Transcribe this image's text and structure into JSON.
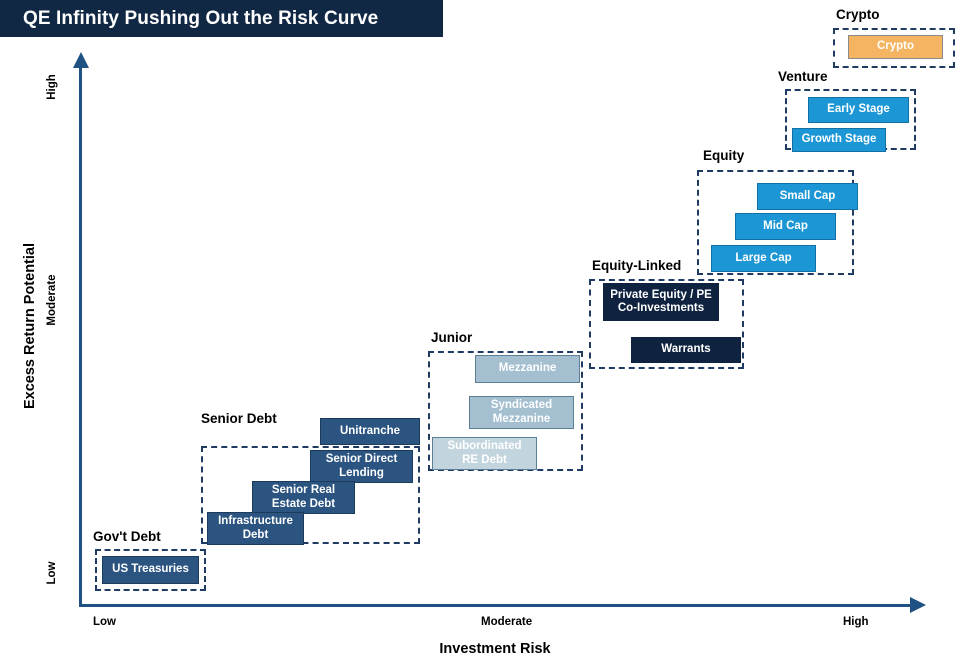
{
  "title": "QE Infinity Pushing Out the Risk Curve",
  "axes": {
    "y_title": "Excess Return Potential",
    "x_title": "Investment Risk",
    "y_ticks": [
      "High",
      "Moderate",
      "Low"
    ],
    "x_ticks": [
      "Low",
      "Moderate",
      "High"
    ]
  },
  "colors": {
    "title_banner": "#112845",
    "axis": "#1f5183",
    "group_border": "#1f3a63",
    "navy": "#2b5481",
    "dark_navy": "#0f2340",
    "steel": "#a3bfd0",
    "steel_light": "#c2d5de",
    "bright_blue": "#1c96d4",
    "orange": "#f5b461"
  },
  "chart_data": {
    "type": "scatter",
    "title": "QE Infinity Pushing Out the Risk Curve",
    "xlabel": "Investment Risk",
    "ylabel": "Excess Return Potential",
    "xticks": [
      "Low",
      "Moderate",
      "High"
    ],
    "yticks": [
      "Low",
      "Moderate",
      "High"
    ],
    "grid": false,
    "legend": "none",
    "note": "Risk-return staircase: asset classes ordered left-to-right by increasing investment risk and bottom-to-top by increasing excess return potential.",
    "groups": [
      {
        "label": "Gov't Debt",
        "risk_rank": 1,
        "return_rank": 1,
        "items": [
          {
            "label": "US Treasuries",
            "risk_rank": 1,
            "return_rank": 1
          }
        ]
      },
      {
        "label": "Senior Debt",
        "risk_rank": 2,
        "return_rank": 2,
        "items": [
          {
            "label": "Unitranche",
            "risk_rank": 4,
            "return_rank": 4
          },
          {
            "label": "Senior Direct Lending",
            "risk_rank": 3,
            "return_rank": 3
          },
          {
            "label": "Senior Real Estate Debt",
            "risk_rank": 2,
            "return_rank": 2
          },
          {
            "label": "Infrastructure Debt",
            "risk_rank": 1,
            "return_rank": 1
          }
        ]
      },
      {
        "label": "Junior",
        "risk_rank": 3,
        "return_rank": 3,
        "items": [
          {
            "label": "Mezzanine",
            "risk_rank": 3,
            "return_rank": 3
          },
          {
            "label": "Syndicated Mezzanine",
            "risk_rank": 2,
            "return_rank": 2
          },
          {
            "label": "Subordinated RE Debt",
            "risk_rank": 1,
            "return_rank": 1
          }
        ]
      },
      {
        "label": "Equity-Linked",
        "risk_rank": 4,
        "return_rank": 4,
        "items": [
          {
            "label": "Private Equity / PE Co-Investments",
            "risk_rank": 1,
            "return_rank": 2
          },
          {
            "label": "Warrants",
            "risk_rank": 2,
            "return_rank": 1
          }
        ]
      },
      {
        "label": "Equity",
        "risk_rank": 5,
        "return_rank": 5,
        "items": [
          {
            "label": "Small Cap",
            "risk_rank": 3,
            "return_rank": 3
          },
          {
            "label": "Mid Cap",
            "risk_rank": 2,
            "return_rank": 2
          },
          {
            "label": "Large Cap",
            "risk_rank": 1,
            "return_rank": 1
          }
        ]
      },
      {
        "label": "Venture",
        "risk_rank": 6,
        "return_rank": 6,
        "items": [
          {
            "label": "Early Stage",
            "risk_rank": 2,
            "return_rank": 2
          },
          {
            "label": "Growth Stage",
            "risk_rank": 1,
            "return_rank": 1
          }
        ]
      },
      {
        "label": "Crypto",
        "risk_rank": 7,
        "return_rank": 7,
        "items": [
          {
            "label": "Crypto",
            "risk_rank": 1,
            "return_rank": 1
          }
        ]
      }
    ]
  },
  "groups": {
    "govt_debt": {
      "label": "Gov't Debt",
      "items": {
        "us_treasuries": "US Treasuries"
      }
    },
    "senior_debt": {
      "label": "Senior Debt",
      "items": {
        "unitranche": "Unitranche",
        "senior_direct_lending_l1": "Senior Direct",
        "senior_direct_lending_l2": "Lending",
        "senior_re_debt_l1": "Senior Real",
        "senior_re_debt_l2": "Estate Debt",
        "infrastructure_debt_l1": "Infrastructure",
        "infrastructure_debt_l2": "Debt"
      }
    },
    "junior": {
      "label": "Junior",
      "items": {
        "mezzanine": "Mezzanine",
        "syndicated_mezzanine_l1": "Syndicated",
        "syndicated_mezzanine_l2": "Mezzanine",
        "subordinated_re_debt_l1": "Subordinated",
        "subordinated_re_debt_l2": "RE Debt"
      }
    },
    "equity_linked": {
      "label": "Equity-Linked",
      "items": {
        "private_equity_l1": "Private Equity / PE",
        "private_equity_l2": "Co-Investments",
        "warrants": "Warrants"
      }
    },
    "equity": {
      "label": "Equity",
      "items": {
        "small_cap": "Small Cap",
        "mid_cap": "Mid Cap",
        "large_cap": "Large Cap"
      }
    },
    "venture": {
      "label": "Venture",
      "items": {
        "early_stage": "Early Stage",
        "growth_stage": "Growth Stage"
      }
    },
    "crypto": {
      "label": "Crypto",
      "items": {
        "crypto": "Crypto"
      }
    }
  }
}
